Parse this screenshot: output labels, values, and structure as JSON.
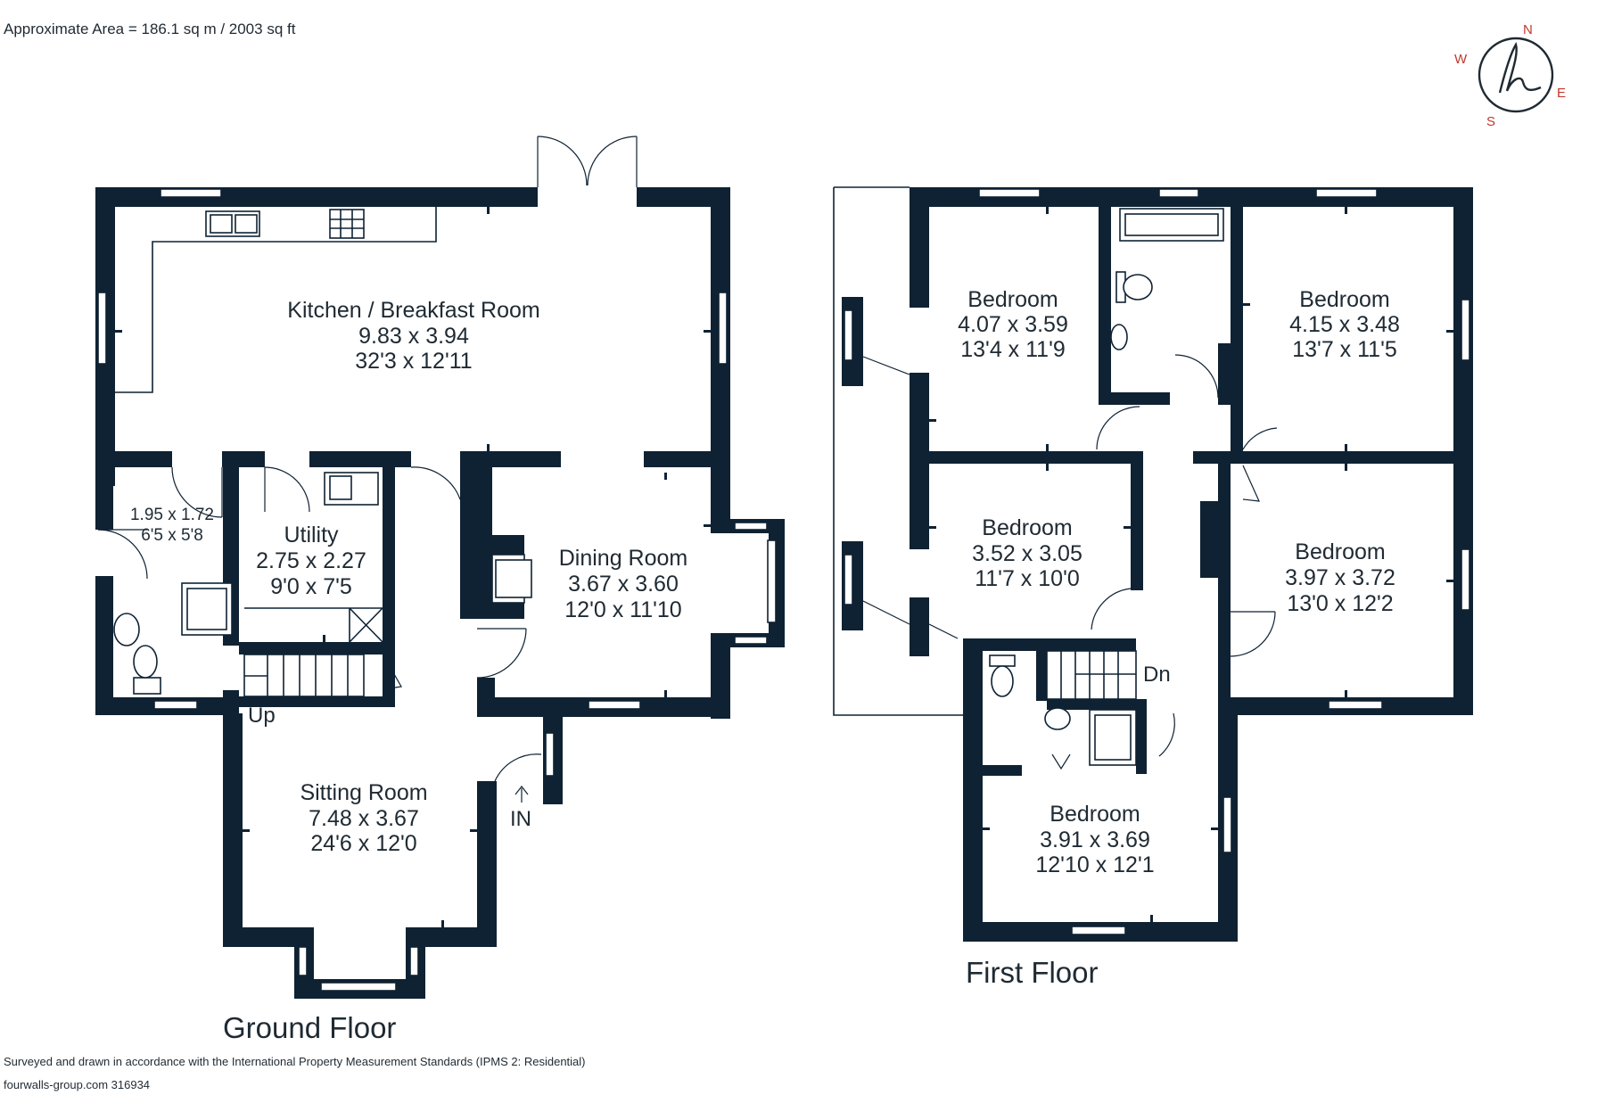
{
  "header": {
    "area": "Approximate Area = 186.1 sq m / 2003 sq ft"
  },
  "compass": {
    "n": "N",
    "e": "E",
    "s": "S",
    "w": "W",
    "color": "#c0392b"
  },
  "ground_floor": {
    "title": "Ground Floor",
    "rooms": {
      "kitchen": {
        "name": "Kitchen / Breakfast Room",
        "metric": "9.83 x 3.94",
        "imperial": "32'3 x 12'11"
      },
      "cloak": {
        "metric": "1.95 x 1.72",
        "imperial": "6'5 x 5'8"
      },
      "utility": {
        "name": "Utility",
        "metric": "2.75 x 2.27",
        "imperial": "9'0 x 7'5"
      },
      "dining": {
        "name": "Dining Room",
        "metric": "3.67 x 3.60",
        "imperial": "12'0 x 11'10"
      },
      "sitting": {
        "name": "Sitting Room",
        "metric": "7.48 x 3.67",
        "imperial": "24'6 x 12'0"
      }
    },
    "stairs_label": "Up",
    "entrance_label": "IN"
  },
  "first_floor": {
    "title": "First Floor",
    "rooms": {
      "bed1": {
        "name": "Bedroom",
        "metric": "4.07 x 3.59",
        "imperial": "13'4 x 11'9"
      },
      "bed2": {
        "name": "Bedroom",
        "metric": "4.15 x 3.48",
        "imperial": "13'7 x 11'5"
      },
      "bed3": {
        "name": "Bedroom",
        "metric": "3.52 x 3.05",
        "imperial": "11'7 x 10'0"
      },
      "bed4": {
        "name": "Bedroom",
        "metric": "3.97 x 3.72",
        "imperial": "13'0 x 12'2"
      },
      "bed5": {
        "name": "Bedroom",
        "metric": "3.91 x 3.69",
        "imperial": "12'10 x 12'1"
      }
    },
    "stairs_label": "Dn"
  },
  "footer": {
    "line1": "Surveyed and drawn in accordance with the International Property Measurement Standards (IPMS 2: Residential)",
    "line2": "fourwalls-group.com 316934"
  },
  "colors": {
    "wall": "#0f2233",
    "text": "#1f2a33"
  }
}
